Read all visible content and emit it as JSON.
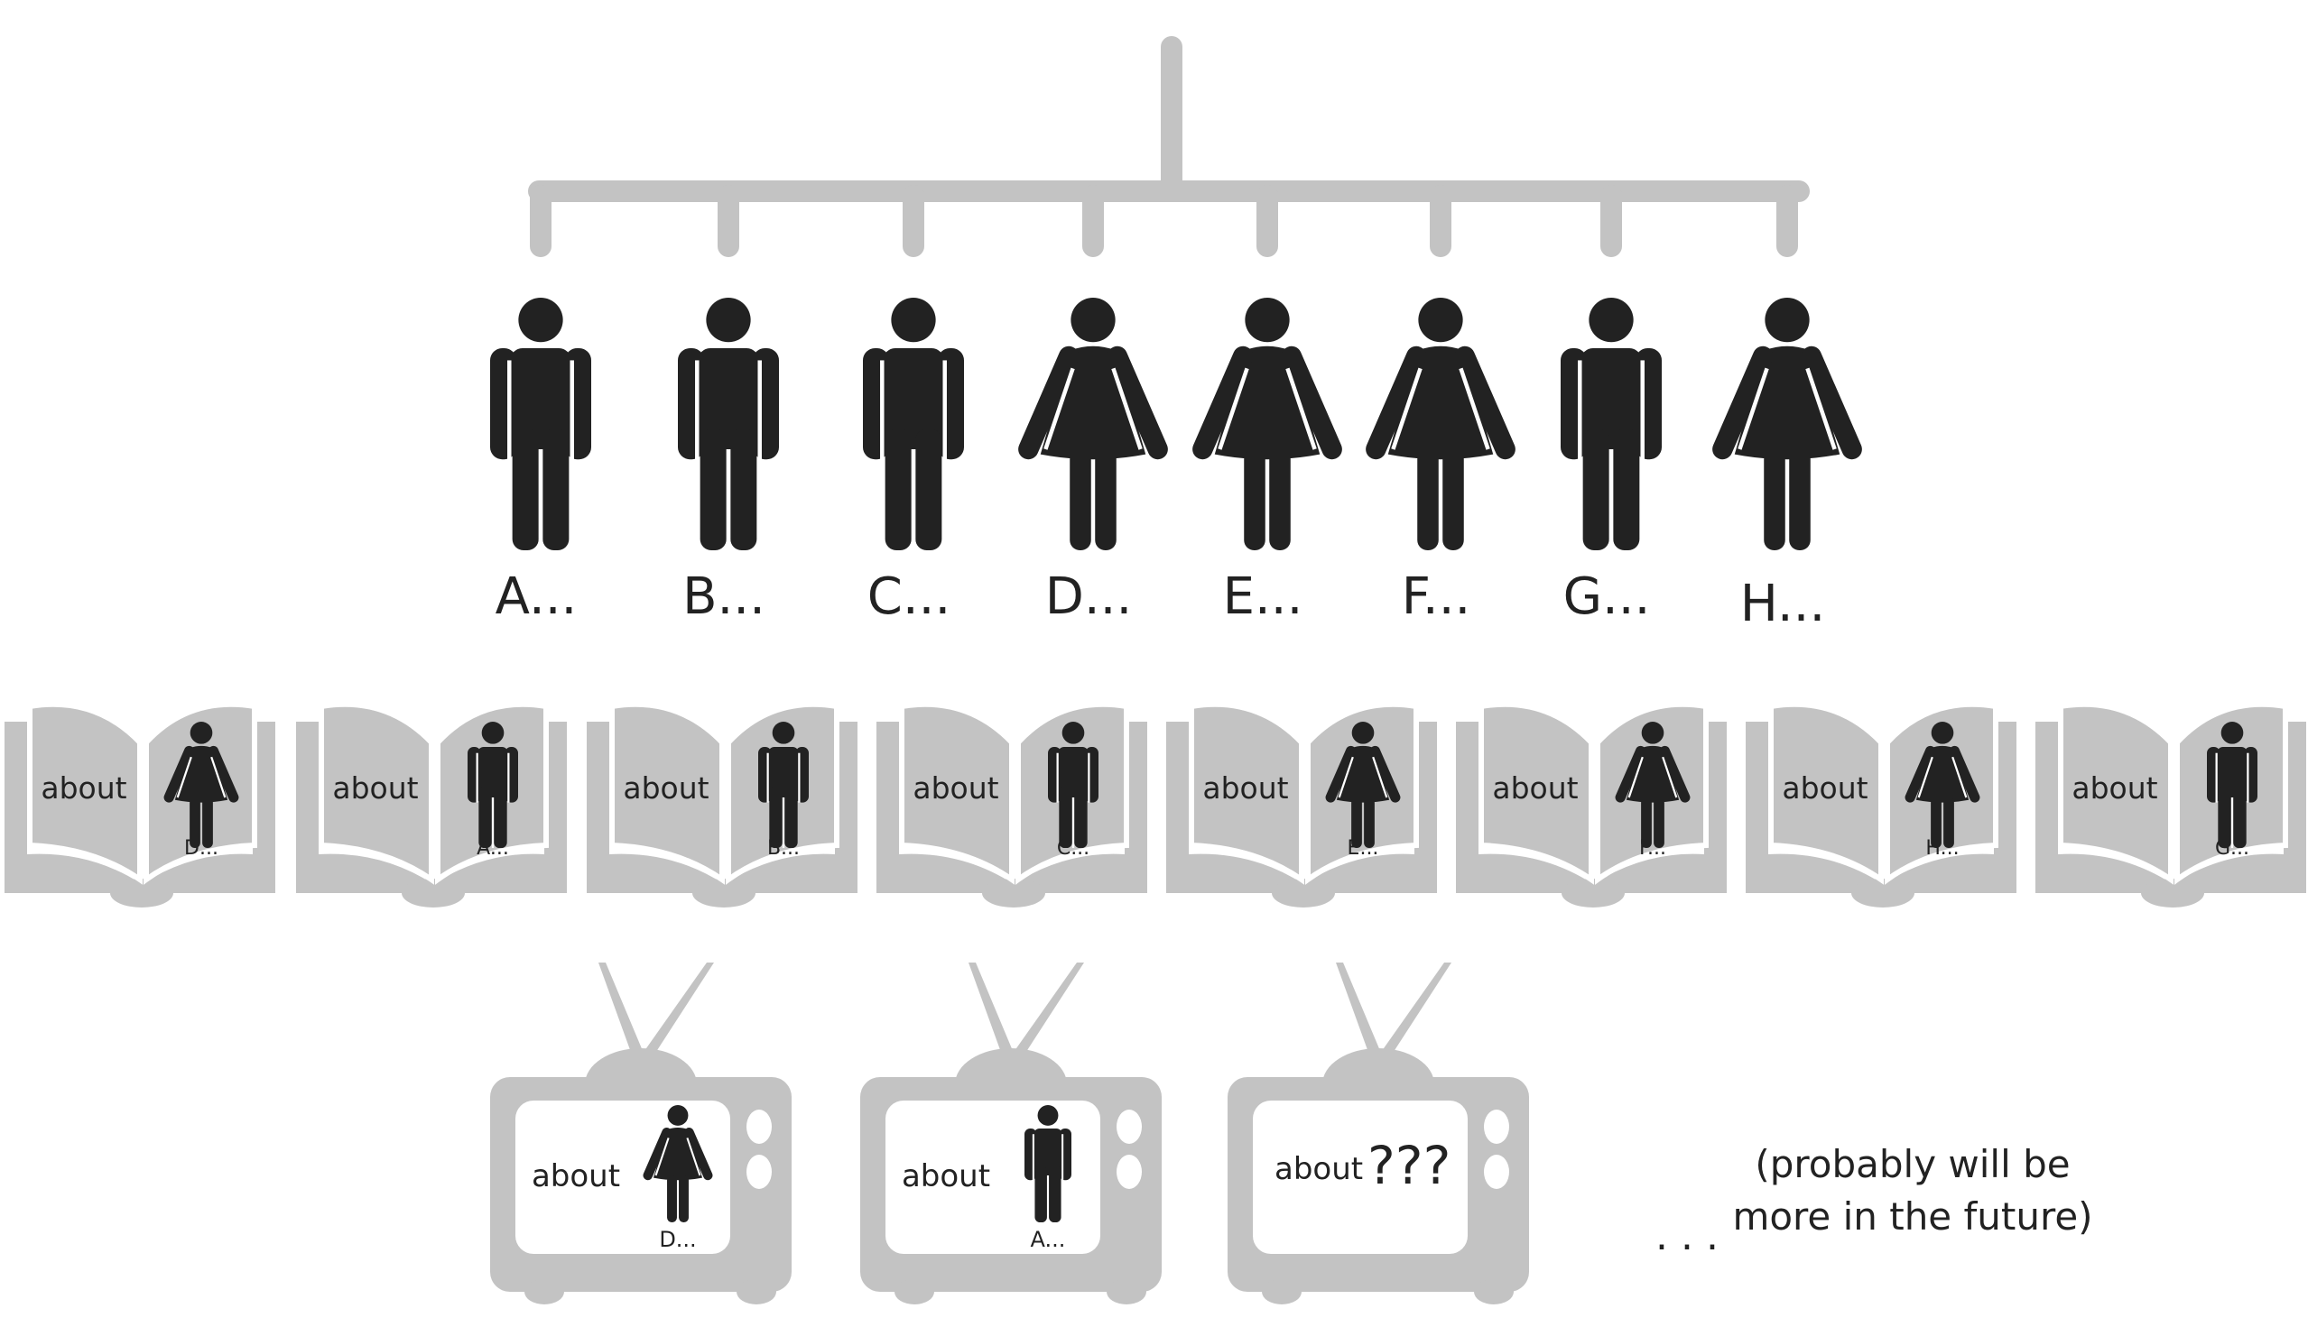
{
  "colors": {
    "gray": "#c3c3c3",
    "ink": "#222222",
    "screen": "#ffffff"
  },
  "people": [
    {
      "label": "A...",
      "gender": "male"
    },
    {
      "label": "B...",
      "gender": "male"
    },
    {
      "label": "C...",
      "gender": "male"
    },
    {
      "label": "D...",
      "gender": "female"
    },
    {
      "label": "E...",
      "gender": "female"
    },
    {
      "label": "F...",
      "gender": "female"
    },
    {
      "label": "G...",
      "gender": "male"
    },
    {
      "label": "H...",
      "gender": "female"
    }
  ],
  "books": [
    {
      "text": "about",
      "label": "D...",
      "gender": "female"
    },
    {
      "text": "about",
      "label": "A...",
      "gender": "male"
    },
    {
      "text": "about",
      "label": "B...",
      "gender": "male"
    },
    {
      "text": "about",
      "label": "C...",
      "gender": "male"
    },
    {
      "text": "about",
      "label": "E...",
      "gender": "female"
    },
    {
      "text": "about",
      "label": "F...",
      "gender": "female"
    },
    {
      "text": "about",
      "label": "H...",
      "gender": "female"
    },
    {
      "text": "about",
      "label": "G...",
      "gender": "male"
    }
  ],
  "tvs": [
    {
      "text": "about",
      "label": "D...",
      "gender": "female"
    },
    {
      "text": "about",
      "label": "A...",
      "gender": "male"
    },
    {
      "text": "about",
      "unknown": "???"
    }
  ],
  "footer": {
    "ellipsis": ". . .",
    "note_line1": "(probably will be",
    "note_line2": "more in the future)"
  }
}
